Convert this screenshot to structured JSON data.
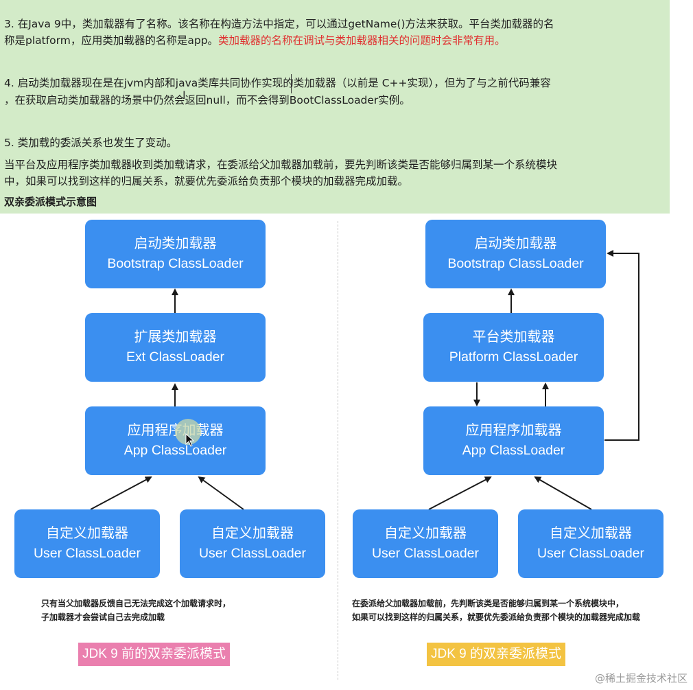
{
  "notes": {
    "l1": "3. 在Java 9中，类加载器有了名称。该名称在构造方法中指定，可以通过getName()方法来获取。平台类加载器的名",
    "l2a": "称是platform，应用类加载器的名称是app。",
    "l2b": "类加载器的名称在调试与类加载器相关的问题时会非常有用。",
    "l3": "4. 启动类加载器现在是在jvm内部和java类库共同协作实现的类加载器（以前是 C++实现），但为了与之前代码兼容",
    "l4": "，在获取启动类加载器的场景中仍然会返回null，而不会得到BootClassLoader实例。",
    "l5": "5. 类加载的委派关系也发生了变动。",
    "l6": "当平台及应用程序类加载器收到类加载请求，在委派给父加载器加载前，要先判断该类是否能够归属到某一个系统模块",
    "l7": "中，如果可以找到这样的归属关系，就要优先委派给负责那个模块的加载器完成加载。",
    "l8": "双亲委派模式示意图"
  },
  "left": {
    "bootstrap": {
      "zh": "启动类加载器",
      "en": "Bootstrap ClassLoader"
    },
    "ext": {
      "zh": "扩展类加载器",
      "en": "Ext ClassLoader"
    },
    "app": {
      "zh": "应用程序加载器",
      "en": "App ClassLoader"
    },
    "user1": {
      "zh": "自定义加载器",
      "en": "User ClassLoader"
    },
    "user2": {
      "zh": "自定义加载器",
      "en": "User ClassLoader"
    },
    "caption1": "只有当父加载器反馈自己无法完成这个加载请求时，",
    "caption2": "子加载器才会尝试自己去完成加载",
    "tag": "JDK 9 前的双亲委派模式"
  },
  "right": {
    "bootstrap": {
      "zh": "启动类加载器",
      "en": "Bootstrap ClassLoader"
    },
    "platform": {
      "zh": "平台类加载器",
      "en": "Platform ClassLoader"
    },
    "app": {
      "zh": "应用程序加载器",
      "en": "App ClassLoader"
    },
    "user1": {
      "zh": "自定义加载器",
      "en": "User ClassLoader"
    },
    "user2": {
      "zh": "自定义加载器",
      "en": "User ClassLoader"
    },
    "caption1": "在委派给父加载器加载前，先判断该类是否能够归属到某一个系统模块中，",
    "caption2": "如果可以找到这样的归属关系，就要优先委派给负责那个模块的加载器完成加载",
    "tag": "JDK 9 的双亲委派模式"
  },
  "watermark": "@稀土掘金技术社区",
  "colors": {
    "box": "#3b8ff0",
    "notes_bg": "#d3ebc8",
    "highlight": "#e03030",
    "tag_pink": "#ea7fae",
    "tag_yellow": "#f3c342"
  }
}
